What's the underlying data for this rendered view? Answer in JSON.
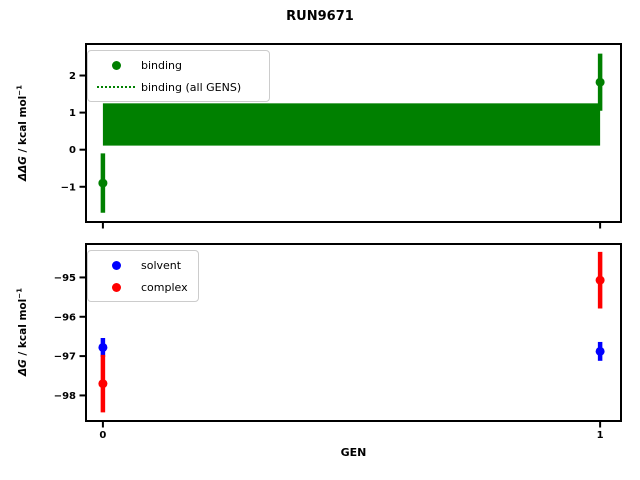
{
  "title": "RUN9671",
  "colors": {
    "binding": "#008000",
    "solvent": "#0000ff",
    "complex": "#ff0000",
    "frame": "#000000",
    "legend_border": "#cccccc"
  },
  "chart_data": [
    {
      "type": "scatter",
      "position": "top",
      "ylabel": "ΔΔG / kcal mol⁻¹",
      "ylabel_var": "ΔΔG",
      "ylabel_rest": " / kcal mol",
      "ylabel_sup": "−1",
      "xlim": [
        -0.034,
        1.042
      ],
      "ylim": [
        -1.95,
        2.85
      ],
      "xticks": [
        0,
        1
      ],
      "xticklabels": [
        "",
        ""
      ],
      "yticks": [
        -1,
        0,
        1,
        2
      ],
      "grid": false,
      "legend_position": "upper left",
      "series": [
        {
          "name": "binding",
          "color": "#008000",
          "marker": "circle",
          "x": [
            0,
            1
          ],
          "y": [
            -0.9,
            1.82
          ],
          "yerr": [
            0.8,
            0.77
          ]
        }
      ],
      "band": {
        "name": "binding (all GENS)",
        "color": "#008000",
        "x_range": [
          0,
          1
        ],
        "y_range": [
          0.11,
          1.25
        ]
      },
      "legend": [
        {
          "label": "binding",
          "glyph": "dot",
          "color": "#008000"
        },
        {
          "label": "binding (all GENS)",
          "glyph": "dotted-line",
          "color": "#008000"
        }
      ]
    },
    {
      "type": "scatter",
      "position": "bottom",
      "xlabel": "GEN",
      "ylabel": "ΔG / kcal mol⁻¹",
      "ylabel_var": "ΔG",
      "ylabel_rest": " / kcal mol",
      "ylabel_sup": "−1",
      "xlim": [
        -0.034,
        1.042
      ],
      "ylim": [
        -98.65,
        -94.15
      ],
      "xticks": [
        0,
        1
      ],
      "xticklabels": [
        "0",
        "1"
      ],
      "yticks": [
        -98,
        -97,
        -96,
        -95
      ],
      "grid": false,
      "legend_position": "upper left",
      "series": [
        {
          "name": "solvent",
          "color": "#0000ff",
          "marker": "circle",
          "x": [
            0,
            1
          ],
          "y": [
            -96.78,
            -96.88
          ],
          "yerr": [
            0.24,
            0.24
          ]
        },
        {
          "name": "complex",
          "color": "#ff0000",
          "marker": "circle",
          "x": [
            0,
            1
          ],
          "y": [
            -97.7,
            -95.07
          ],
          "yerr": [
            0.73,
            0.72
          ]
        }
      ],
      "legend": [
        {
          "label": "solvent",
          "glyph": "dot",
          "color": "#0000ff"
        },
        {
          "label": "complex",
          "glyph": "dot",
          "color": "#ff0000"
        }
      ]
    }
  ]
}
